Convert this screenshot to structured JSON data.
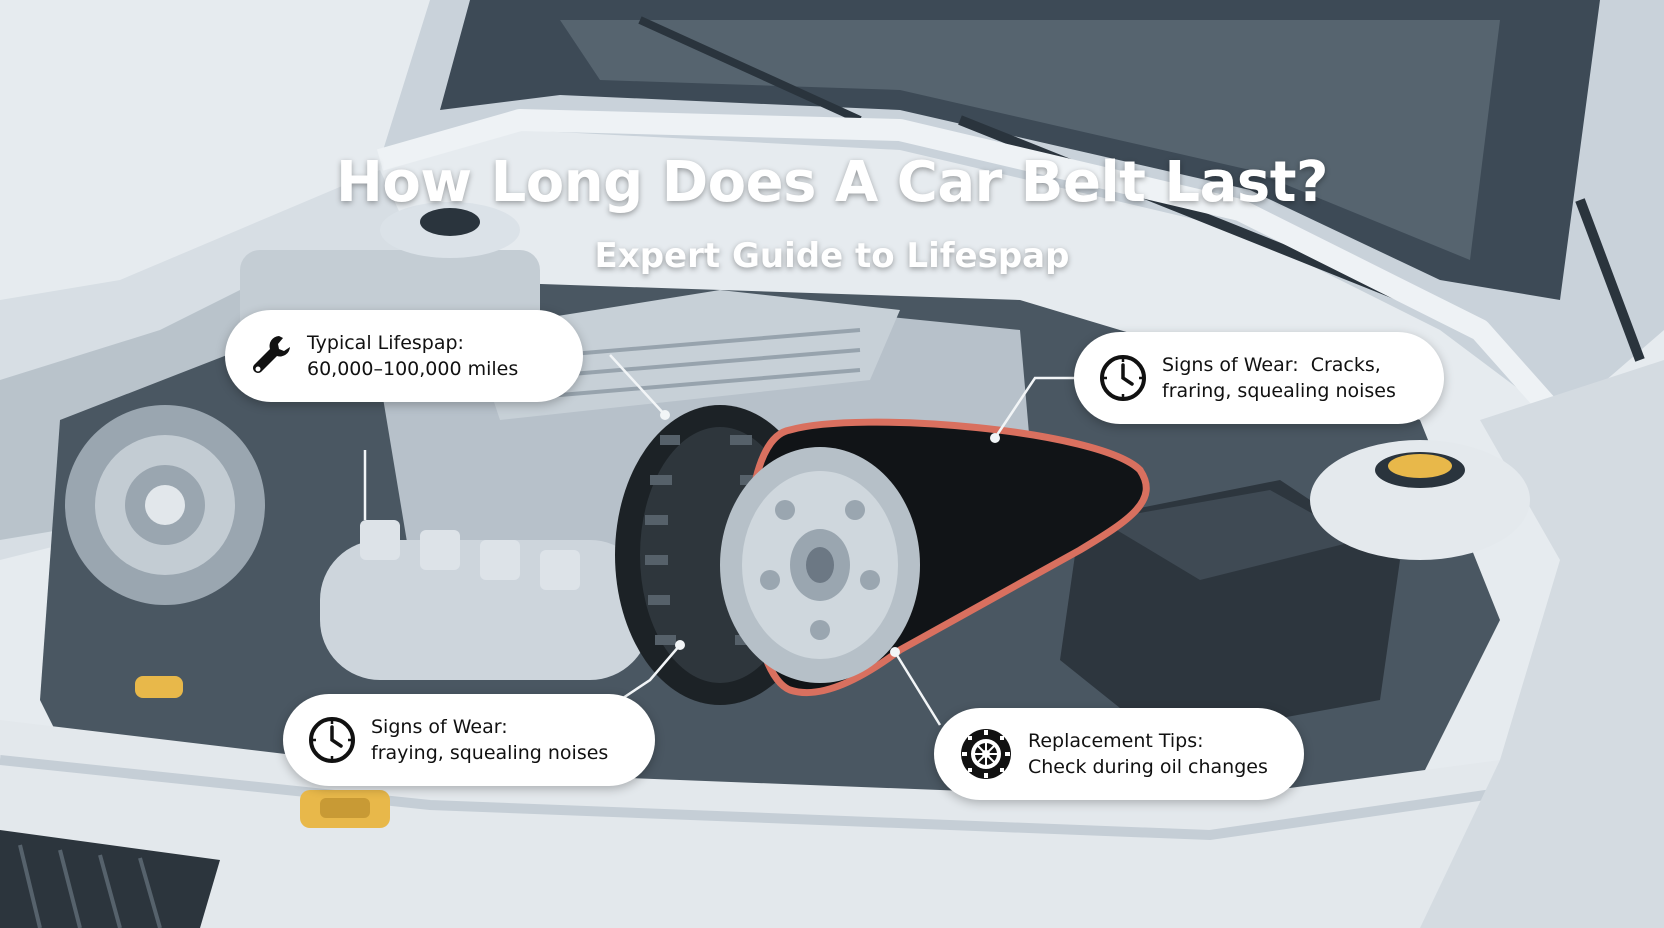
{
  "title": "How Long Does A Car Belt Last?",
  "subtitle": "Expert Guide to Lifespap",
  "callouts": {
    "lifespan": {
      "line1": "Typical Lifespap:",
      "line2": "60,000–100,000 miles",
      "icon": "wrench-icon"
    },
    "wear_top": {
      "line1": "Signs of Wear:  Cracks,",
      "line2": "fraring, squealing noises",
      "icon": "clock-icon"
    },
    "wear_bottom": {
      "line1": "Signs of Wear:",
      "line2": "fraying, squealing noises",
      "icon": "clock-icon"
    },
    "replacement": {
      "line1": "Replacement Tips:",
      "line2": "Check during oil changes",
      "icon": "tire-icon"
    }
  },
  "colors": {
    "belt_accent": "#d9705f",
    "engine_dark": "#3c4a56",
    "body_light": "#dde4ea",
    "cap_yellow": "#e8b84a"
  }
}
